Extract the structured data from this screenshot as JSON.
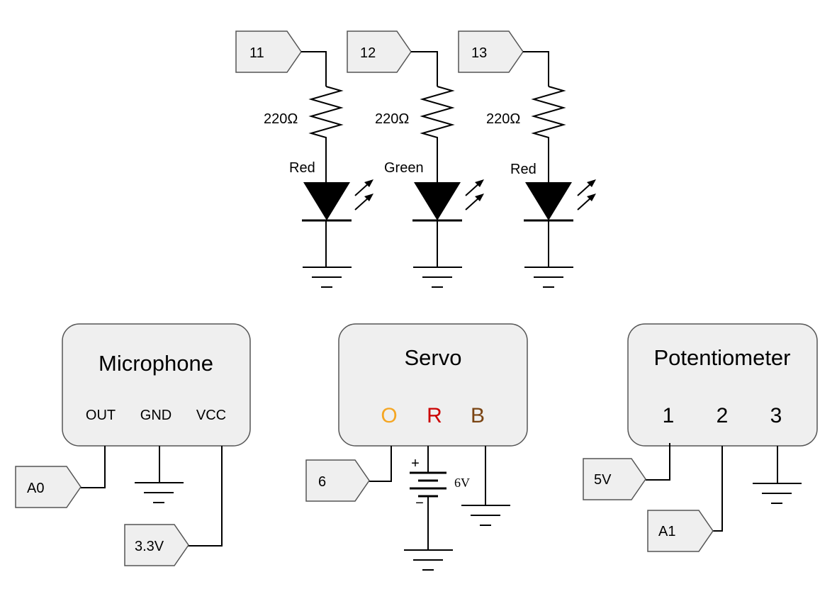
{
  "leds": [
    {
      "pin": "11",
      "resistor": "220Ω",
      "color_label": "Red"
    },
    {
      "pin": "12",
      "resistor": "220Ω",
      "color_label": "Green"
    },
    {
      "pin": "13",
      "resistor": "220Ω",
      "color_label": "Red"
    }
  ],
  "microphone": {
    "title": "Microphone",
    "pins": [
      "OUT",
      "GND",
      "VCC"
    ],
    "out_tag": "A0",
    "vcc_tag": "3.3V"
  },
  "servo": {
    "title": "Servo",
    "pins": [
      "O",
      "R",
      "B"
    ],
    "pin_colors": [
      "#f5a623",
      "#cc0000",
      "#7a4413"
    ],
    "signal_tag": "6",
    "battery_voltage": "6V",
    "battery_plus": "+",
    "battery_minus": "−"
  },
  "potentiometer": {
    "title": "Potentiometer",
    "pins": [
      "1",
      "2",
      "3"
    ],
    "pin1_tag": "5V",
    "pin2_tag": "A1"
  }
}
